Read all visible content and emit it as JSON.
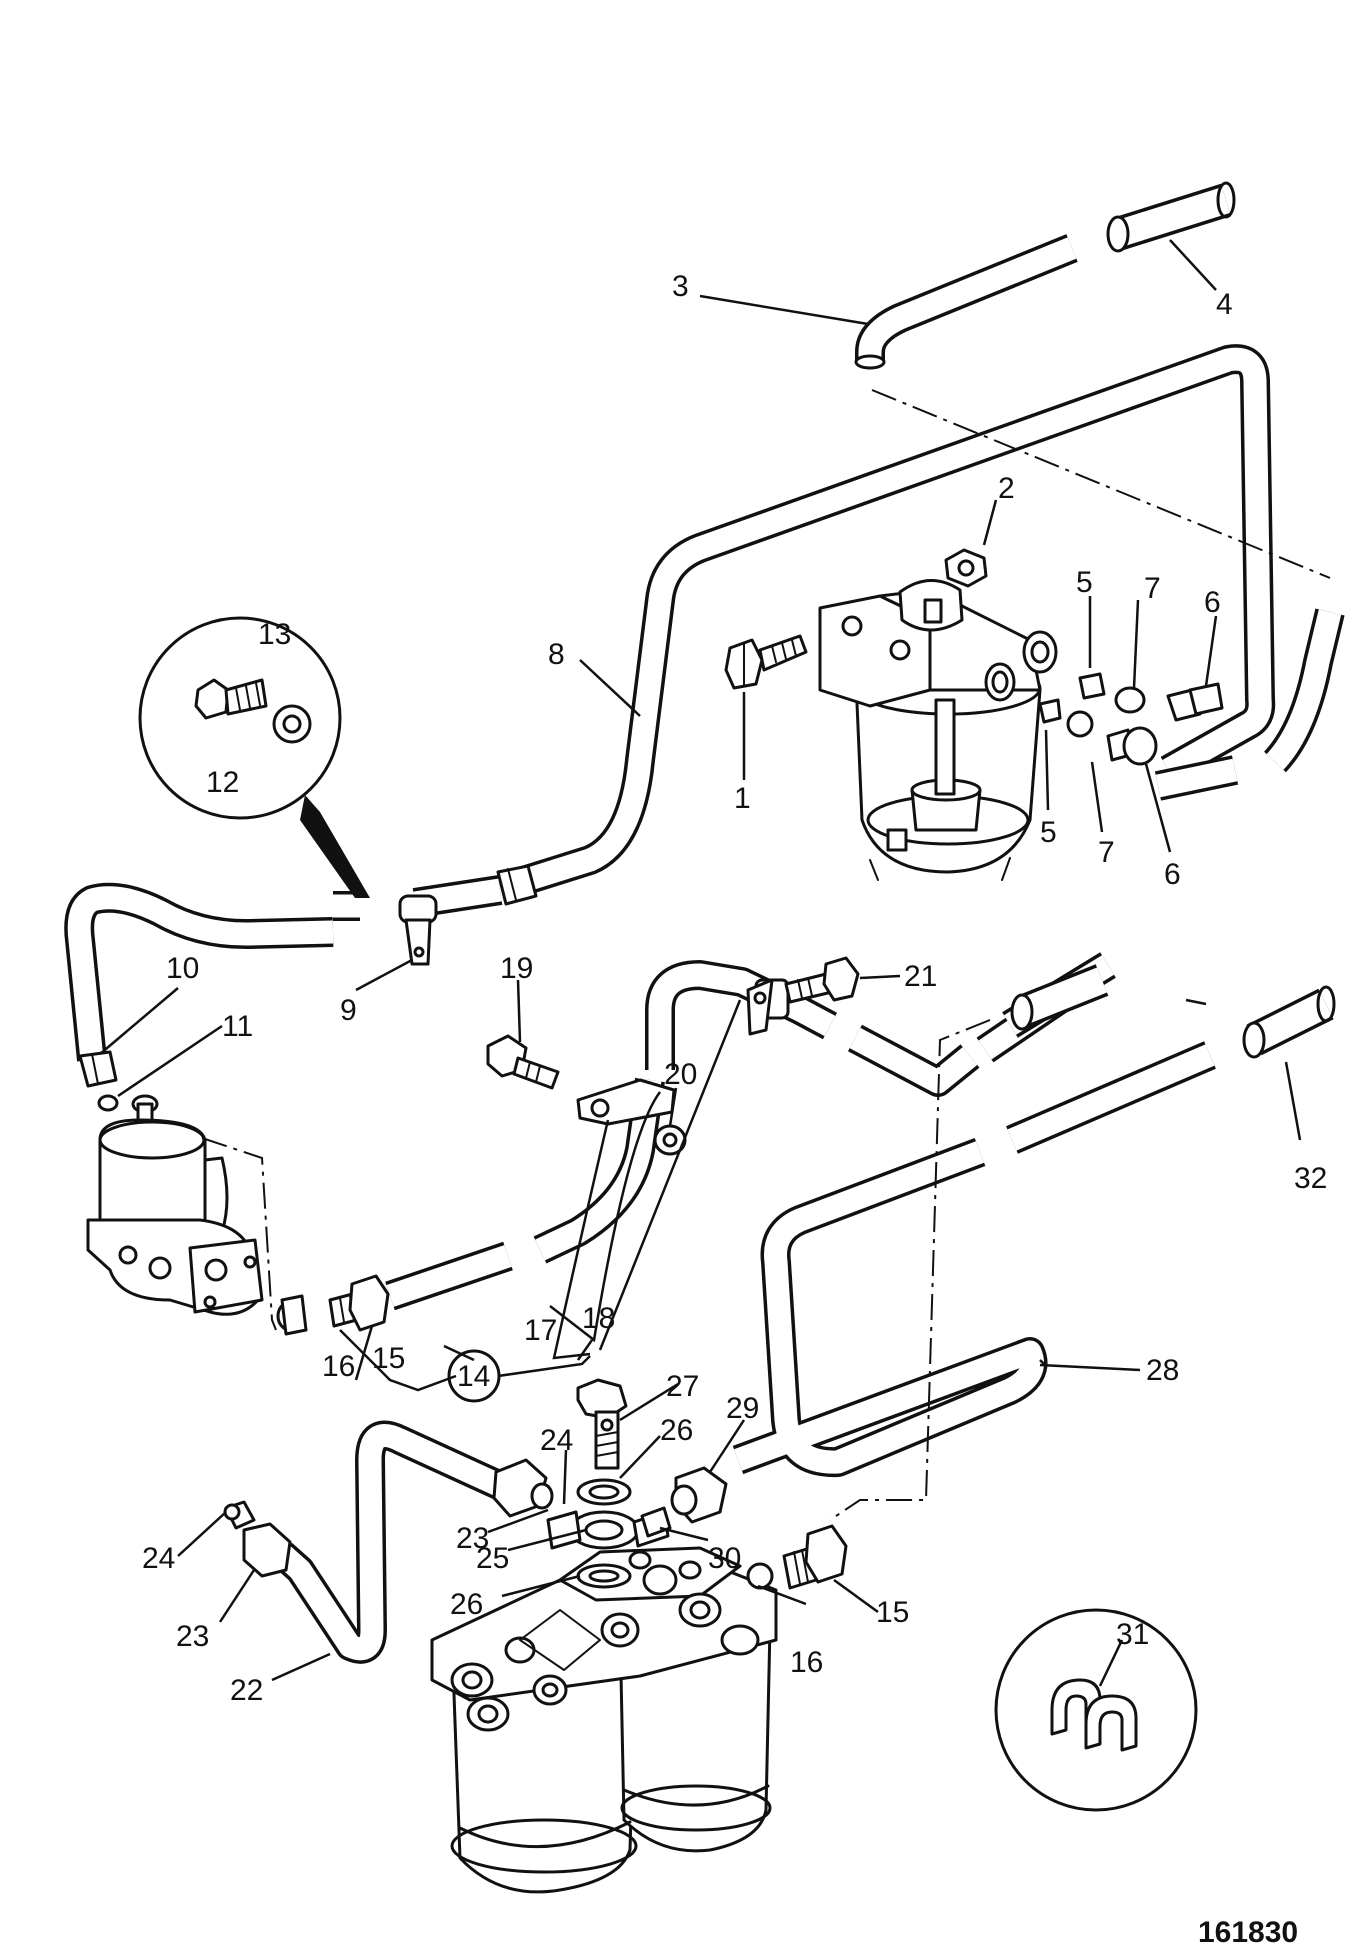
{
  "diagram": {
    "reference_number": "161830",
    "labels": [
      "1",
      "2",
      "3",
      "4",
      "5",
      "6",
      "7",
      "8",
      "9",
      "10",
      "11",
      "12",
      "13",
      "14",
      "15",
      "16",
      "17",
      "18",
      "19",
      "20",
      "21",
      "22",
      "23",
      "24",
      "25",
      "26",
      "27",
      "28",
      "29",
      "30",
      "31",
      "32"
    ]
  }
}
